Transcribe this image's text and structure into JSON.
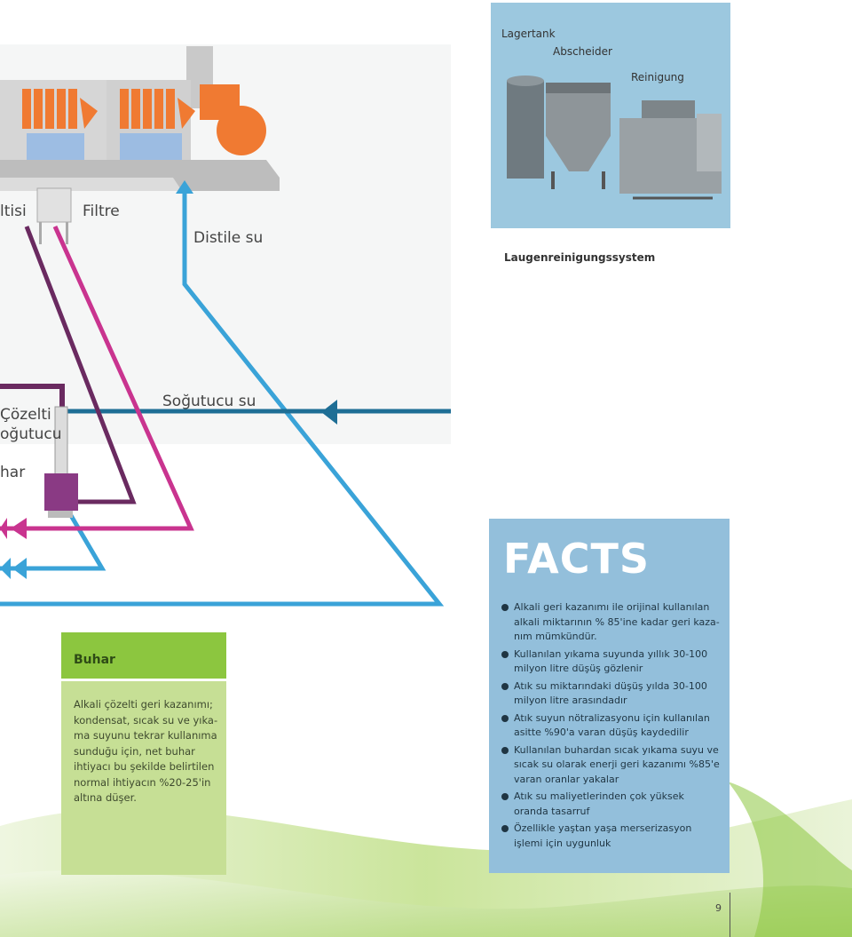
{
  "process": {
    "labels": {
      "filtre_left": "ltisi",
      "filtre": "Filtre",
      "distile_su": "Distile su",
      "sogutucu_su": "Soğutucu su",
      "cozelti": "Çözelti",
      "sogutucu": "oğutucu",
      "buhar_cut": "har"
    }
  },
  "photo": {
    "tags": {
      "lagertank": "Lagertank",
      "abscheider": "Abscheider",
      "reinigung": "Reinigung"
    },
    "caption": "Laugenreinigungssystem"
  },
  "buhar_box": {
    "title": "Buhar",
    "text": "Alkali çözelti geri kazanımı; kondensat, sıcak su ve yıka-ma suyunu tekrar kullanıma sunduğu için, net buhar ihtiyacı bu şekilde belirtilen normal ihtiyacın %20-25'in altına düşer."
  },
  "facts": {
    "title": "FACTS",
    "items": [
      "Alkali geri kazanımı ile orijinal kullanılan alkali miktarının % 85'ine kadar geri kaza-nım mümkündür.",
      "Kullanılan yıkama suyunda yıllık 30-100 milyon litre düşüş gözlenir",
      "Atık su miktarındaki düşüş yılda 30-100 milyon litre arasındadır",
      "Atık suyun nötralizasyonu için kullanılan asitte %90'a varan düşüş kaydedilir",
      "Kullanılan buhardan sıcak yıkama suyu ve sıcak su olarak enerji geri kazanımı %85'e varan oranlar yakalar",
      "Atık su maliyetlerinden çok yüksek oranda tasarruf",
      "Özellikle yaştan yaşa merserizasyon işlemi için uygunluk"
    ]
  },
  "page_number": "9",
  "colors": {
    "cool_water": "#1e6e95",
    "distilled": "#3aa3d8",
    "magenta": "#c9348f",
    "purple": "#6a2a60",
    "orange": "#f07a32",
    "green_head": "#8cc63f",
    "green_body": "#c6df95",
    "facts_bg": "#93bfdb"
  }
}
